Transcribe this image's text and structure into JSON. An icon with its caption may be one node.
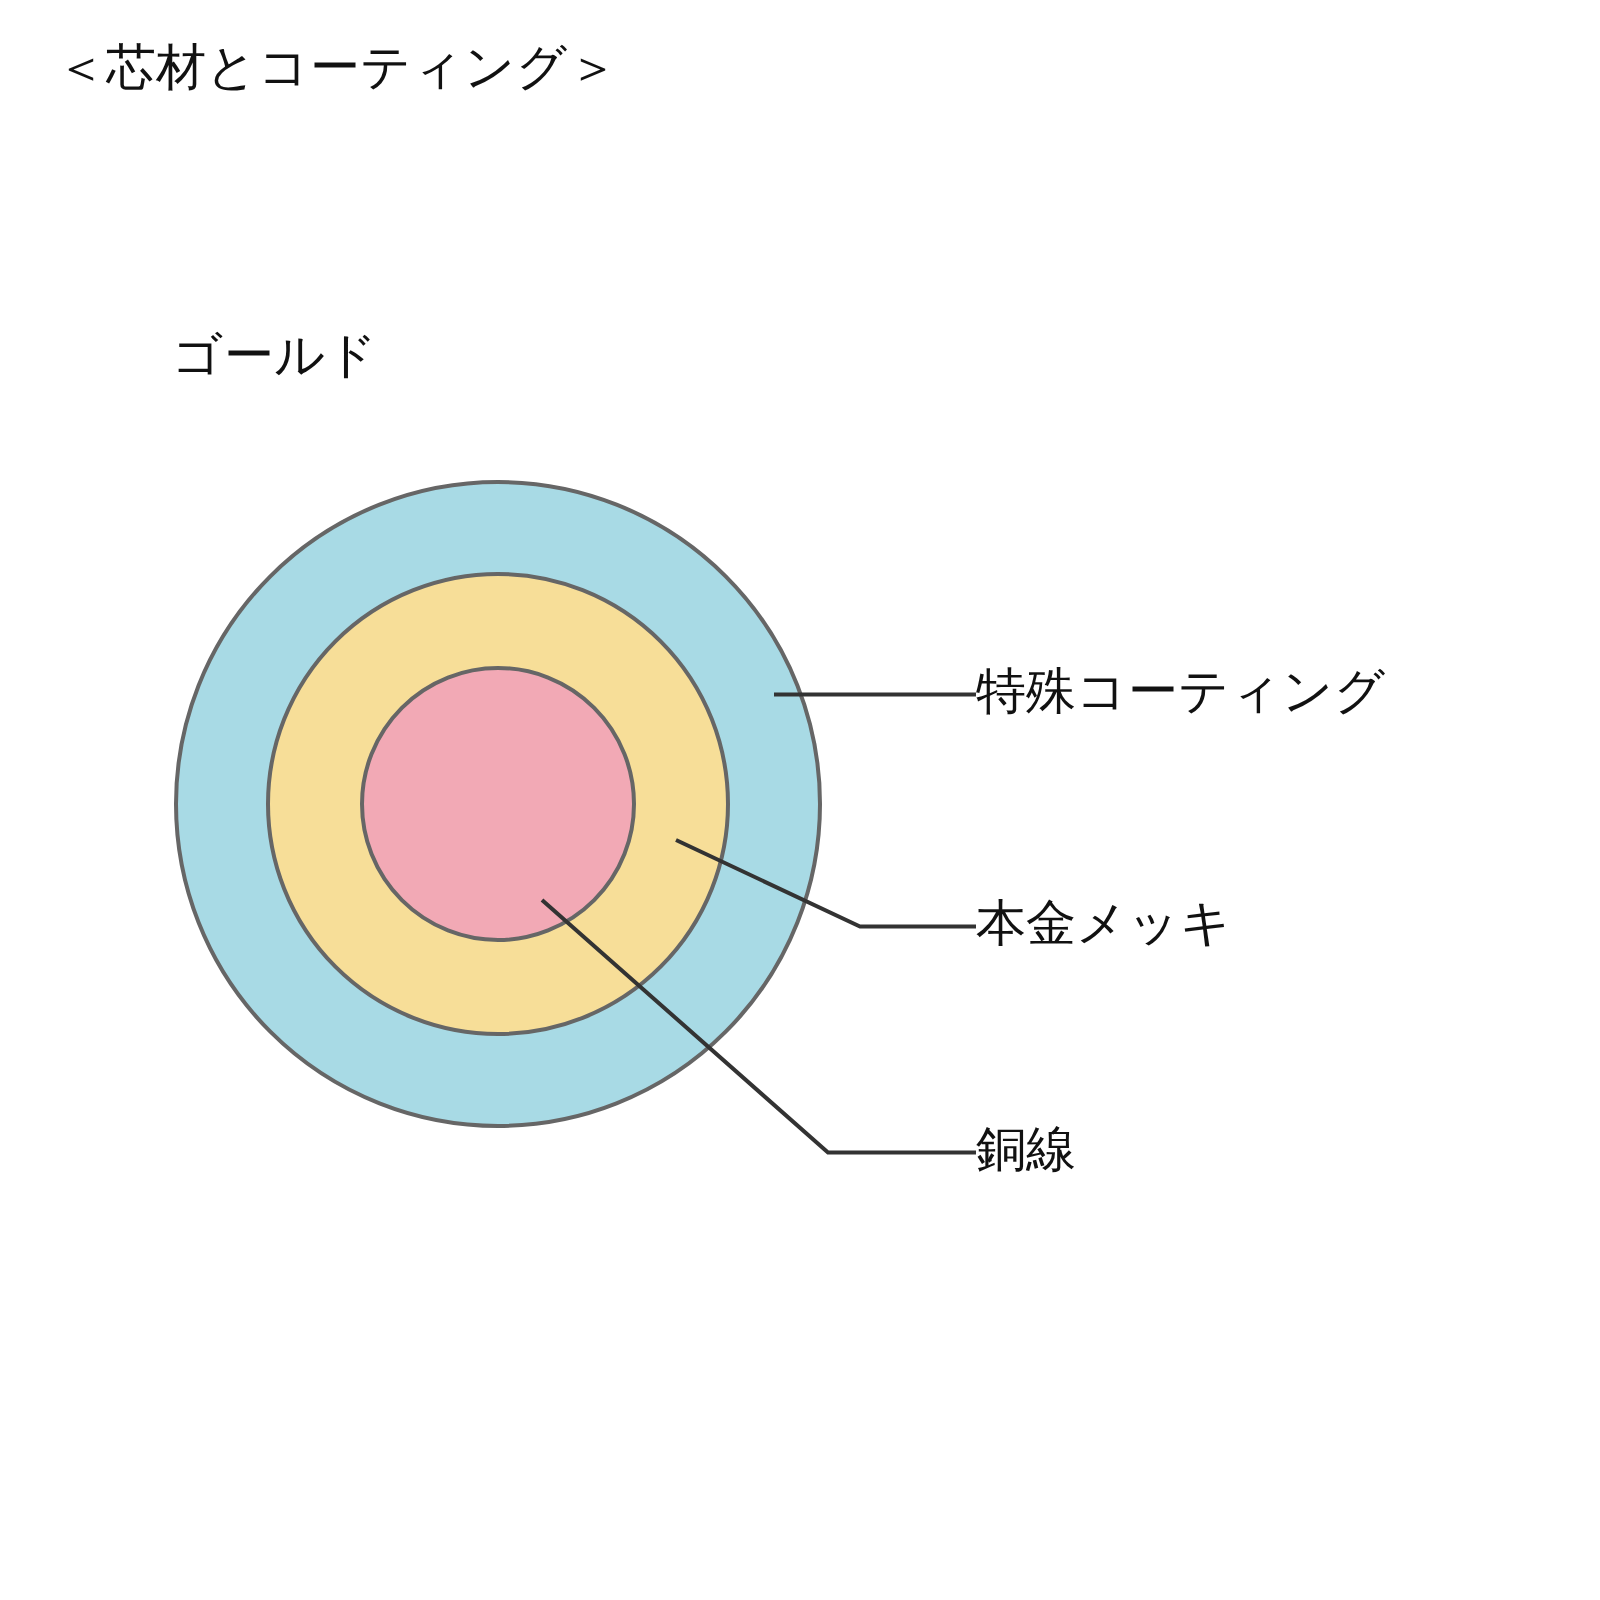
{
  "diagram": {
    "title": "＜芯材とコーティング＞",
    "nodes": [
      {
        "text": [],
        "shape": "circle"
      },
      {
        "text": [],
        "shape": "circle",
        "in": 0
      },
      {
        "text": [],
        "shape": "circle",
        "in": 1
      },
      {
        "text": [
          "特殊コーティング"
        ]
      },
      {
        "text": [
          "本金メッキ"
        ]
      },
      {
        "text": [
          "銅線"
        ]
      }
    ],
    "edges": [
      {
        "from": 3,
        "to": 0,
        "arrow": "none"
      },
      {
        "from": 4,
        "to": 1,
        "arrow": "none"
      },
      {
        "from": 5,
        "to": 2,
        "arrow": "none"
      }
    ],
    "labels": [
      "ゴールド"
    ]
  }
}
